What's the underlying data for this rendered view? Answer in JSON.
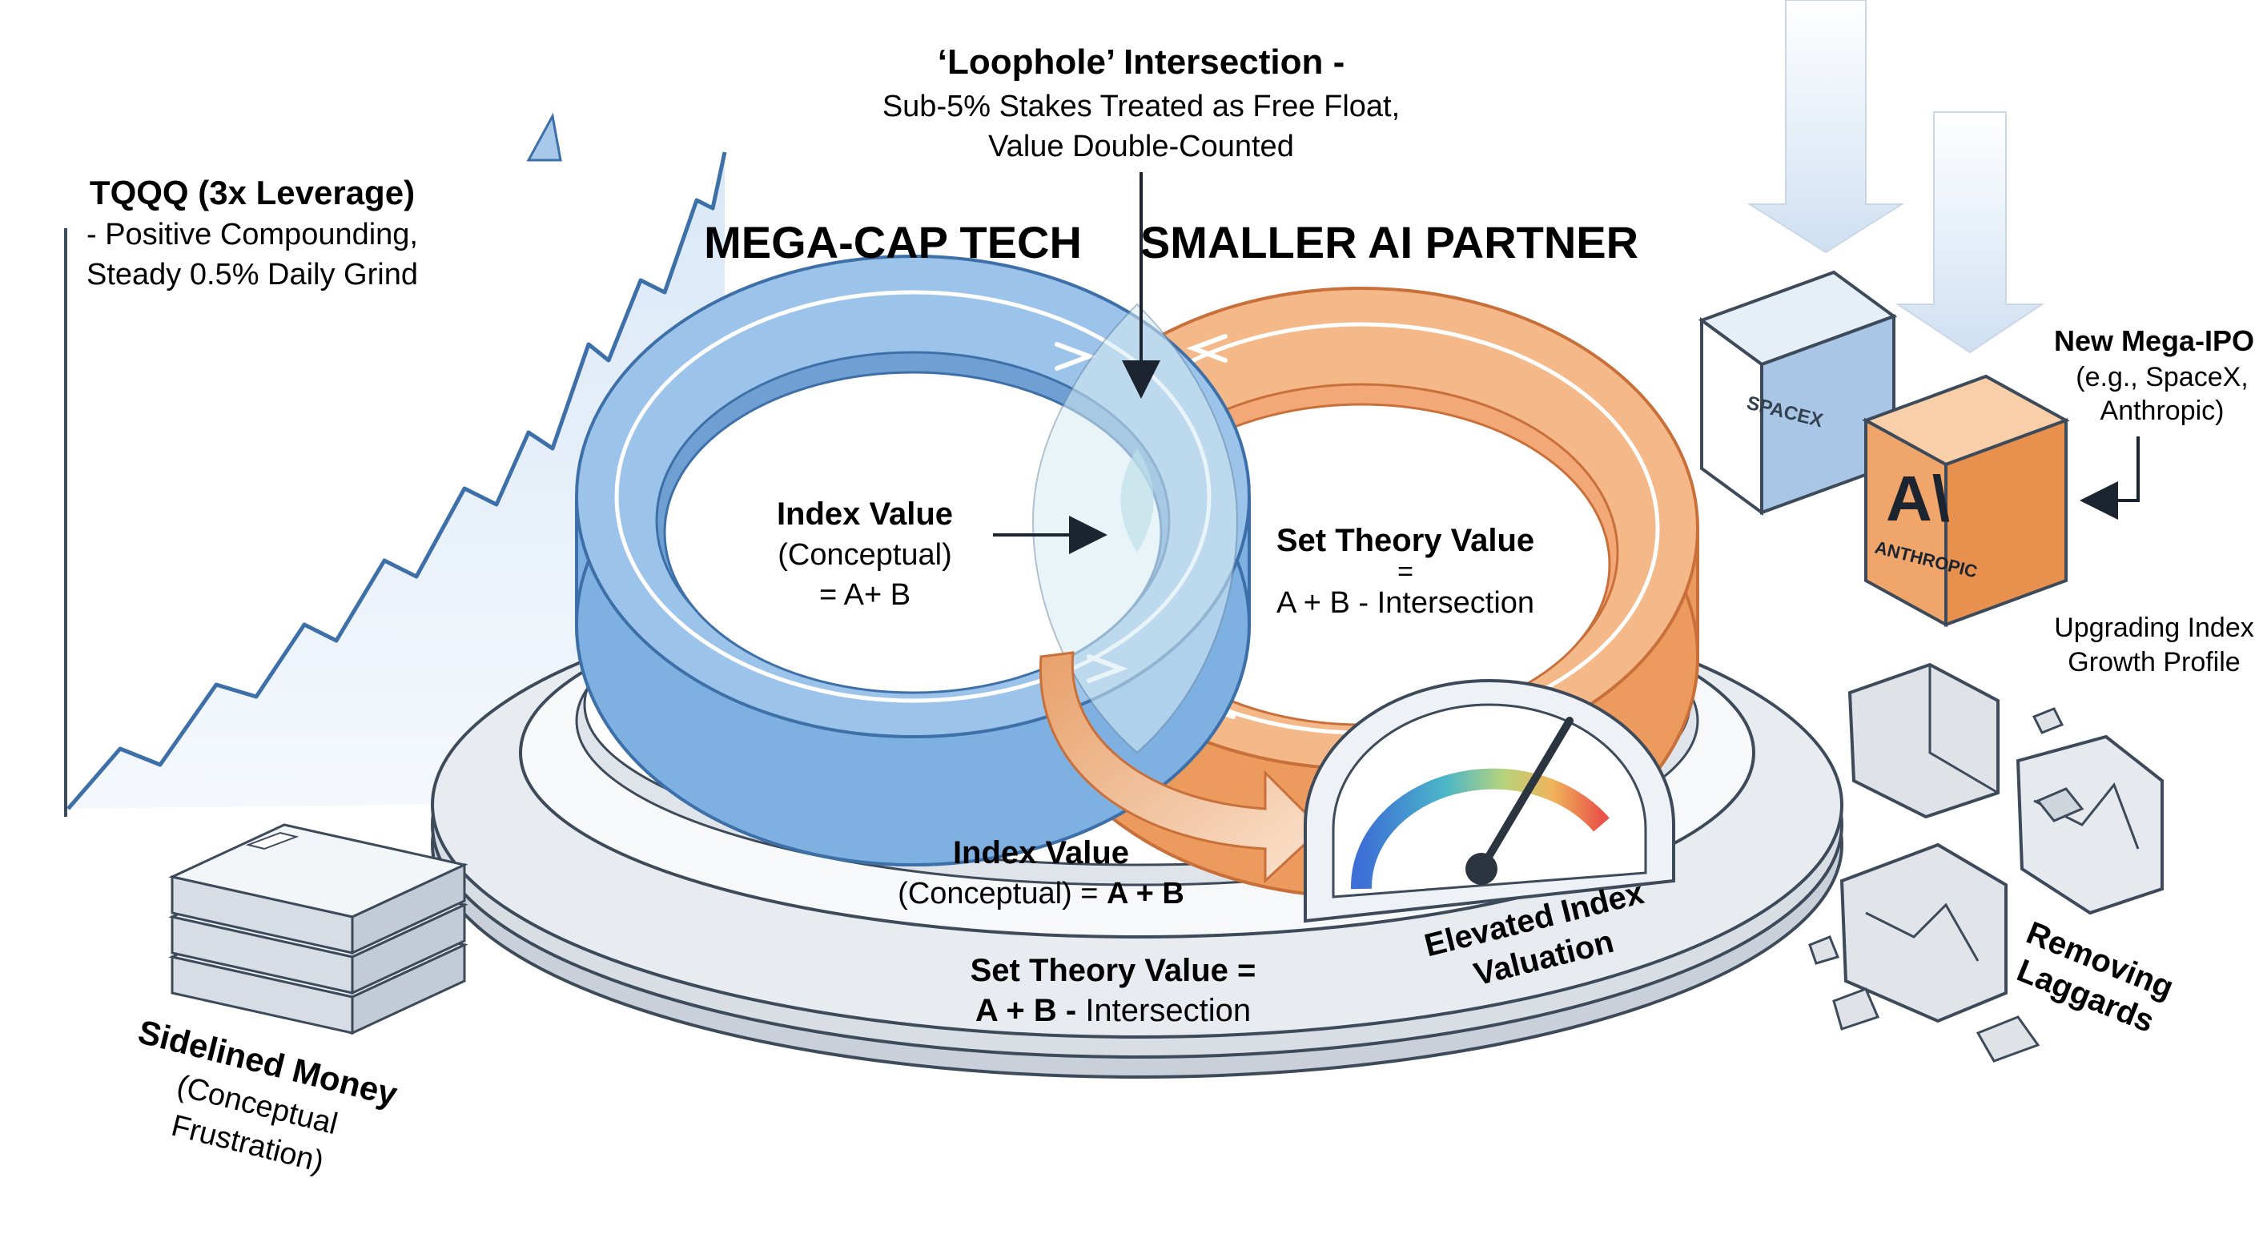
{
  "colors": {
    "blue_fill": "#9cc3ea",
    "blue_stroke": "#3d6fa8",
    "orange_fill": "#f5b889",
    "orange_stroke": "#c9703a",
    "platform": "#e8ecf1",
    "ink": "#1c2430"
  },
  "loophole": {
    "title": "‘Loophole’ Intersection -",
    "line1": "Sub-5% Stakes Treated as Free Float,",
    "line2": "Value Double-Counted"
  },
  "tqqq": {
    "title": "TQQQ (3x Leverage)",
    "line1": "- Positive Compounding,",
    "line2": "Steady 0.5% Daily Grind"
  },
  "rings": {
    "left_title": "MEGA-CAP TECH",
    "right_title": "SMALLER AI PARTNER"
  },
  "inner_left": {
    "title": "Index Value",
    "line1": "(Conceptual)",
    "line2": "= A+ B"
  },
  "inner_right": {
    "title": "Set Theory Value",
    "line1": "=",
    "line2": "A + B - Intersection"
  },
  "platform_front": {
    "index_title": "Index Value",
    "index_line": "(Conceptual) = ",
    "index_bold": "A + B",
    "set_title": "Set Theory Value =",
    "set_bold": "A + B -",
    "set_line": " Intersection"
  },
  "gauge": {
    "label_line1": "Elevated Index",
    "label_line2": "Valuation"
  },
  "ipos": {
    "title": "New Mega-IPOs",
    "line1": "(e.g., SpaceX,",
    "line2": "Anthropic)",
    "spacex_logo": "SPACEX",
    "anthropic_logo": "A\\",
    "anthropic_word": "ANTHROPIC",
    "upgrade_line1": "Upgrading Index",
    "upgrade_line2": "Growth Profile"
  },
  "laggards": {
    "line1": "Removing",
    "line2": "Laggards"
  },
  "sidelined": {
    "title": "Sidelined Money",
    "line1": "(Conceptual",
    "line2": "Frustration)"
  },
  "icons": [
    "arrow-down-icon",
    "gauge-icon",
    "money-stack-icon",
    "rubble-icon",
    "spacex-cube-icon",
    "anthropic-cube-icon",
    "growth-chart-icon"
  ]
}
